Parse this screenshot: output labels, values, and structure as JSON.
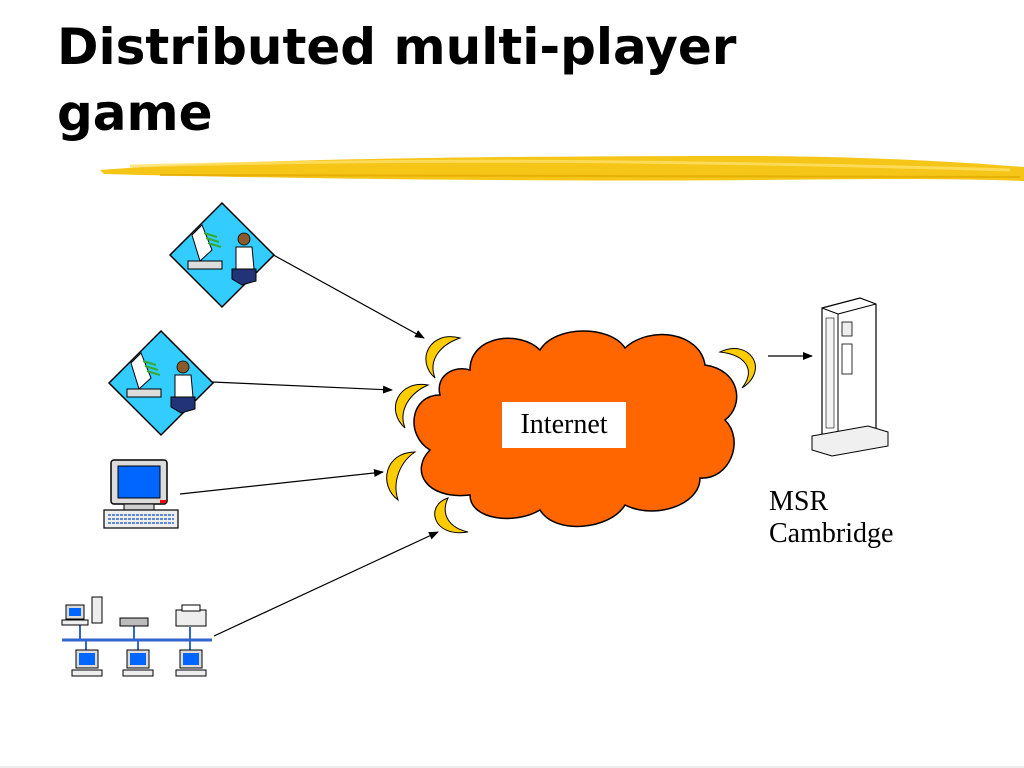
{
  "slide": {
    "title_line1": "Distributed multi-player",
    "title_line2": "game"
  },
  "diagram": {
    "cloud_label": "Internet",
    "server_label_line1": "MSR",
    "server_label_line2": "Cambridge",
    "cloud_color": "#FF6600",
    "connector_color": "#FFCC00",
    "screen_color": "#0066FF",
    "highlight_color": "#F5C518",
    "icons": [
      "player-icon",
      "player-icon",
      "desktop-computer-icon",
      "lan-network-icon",
      "server-icon"
    ]
  }
}
